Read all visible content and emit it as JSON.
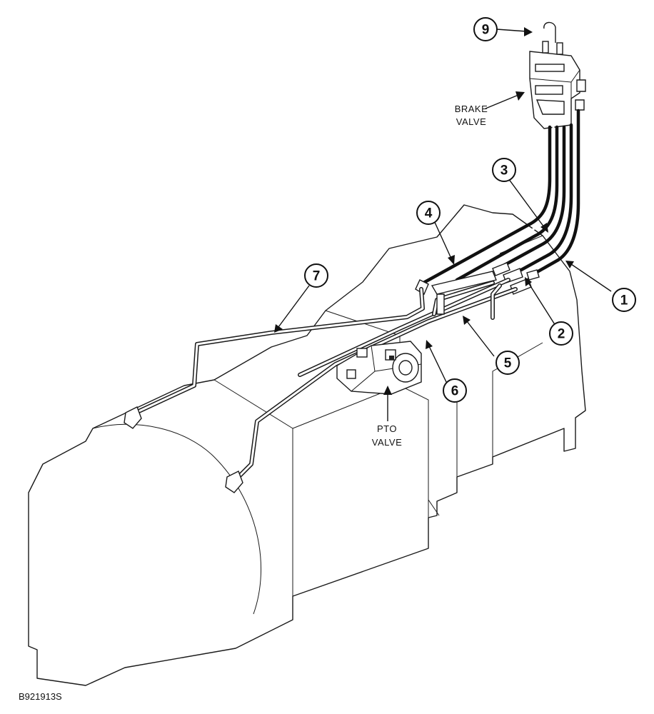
{
  "callouts": [
    {
      "number": "1"
    },
    {
      "number": "2"
    },
    {
      "number": "3"
    },
    {
      "number": "4"
    },
    {
      "number": "5"
    },
    {
      "number": "6"
    },
    {
      "number": "7"
    },
    {
      "number": "9"
    }
  ],
  "labels": {
    "brake_valve_line1": "BRAKE",
    "brake_valve_line2": "VALVE",
    "pto_valve_line1": "PTO",
    "pto_valve_line2": "VALVE"
  },
  "figure_id": "B921913S"
}
